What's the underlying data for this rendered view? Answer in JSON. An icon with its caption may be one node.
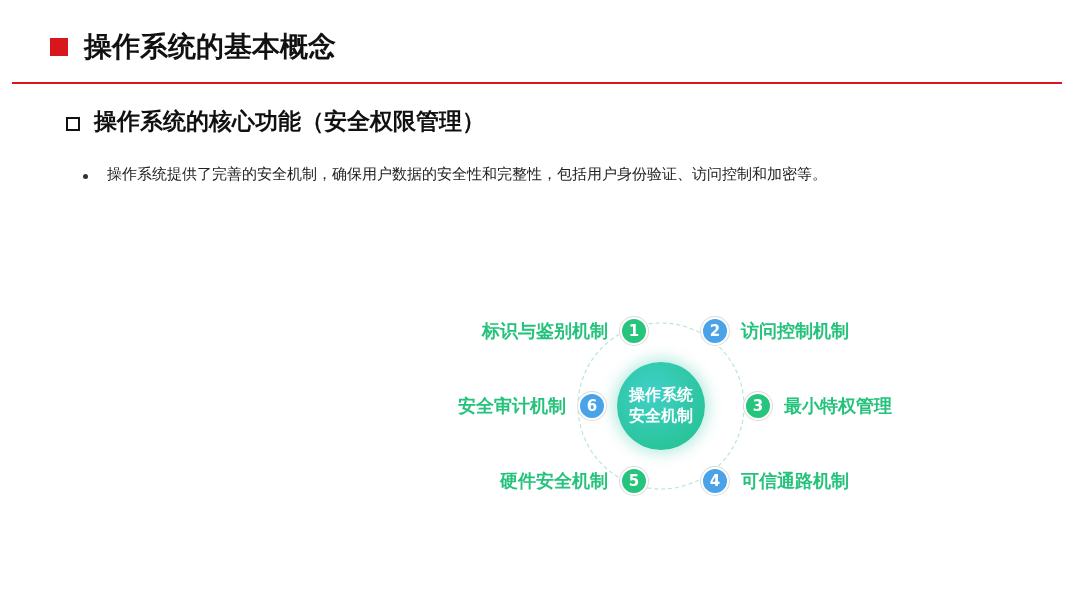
{
  "diagram": {
    "title": "操作系统的基本概念",
    "nodes": [
      {
        "text": [
          "操作系统安全机制"
        ]
      },
      {
        "text": [
          "1"
        ],
        "beside": [
          "标识与鉴别机制"
        ]
      },
      {
        "text": [
          "2"
        ],
        "beside": [
          "访问控制机制"
        ]
      },
      {
        "text": [
          "3"
        ],
        "beside": [
          "最小特权管理"
        ]
      },
      {
        "text": [
          "4"
        ],
        "beside": [
          "可信通路机制"
        ]
      },
      {
        "text": [
          "5"
        ],
        "beside": [
          "硬件安全机制"
        ]
      },
      {
        "text": [
          "6"
        ],
        "beside": [
          "安全审计机制"
        ]
      }
    ],
    "labels": [
      "操作系统的核心功能（安全权限管理）",
      "操作系统提供了完善的安全机制，确保用户数据的安全性和完整性，包括用户身份验证、访问控制和加密等。"
    ]
  }
}
